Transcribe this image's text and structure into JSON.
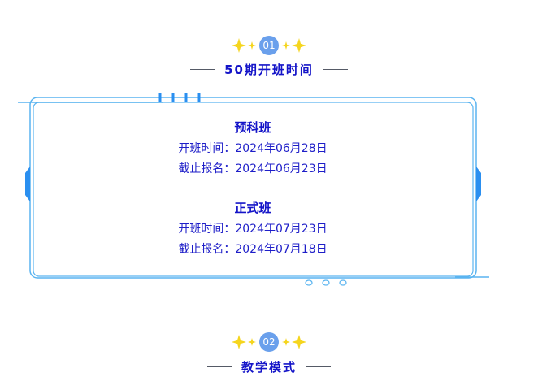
{
  "sections": [
    {
      "number": "01",
      "title": "50期开班时间"
    },
    {
      "number": "02",
      "title": "教学模式"
    }
  ],
  "classes": [
    {
      "name": "预科班",
      "start_line": "开班时间：2024年06月28日",
      "deadline_line": "截止报名：2024年06月23日"
    },
    {
      "name": "正式班",
      "start_line": "开班时间：2024年07月23日",
      "deadline_line": "截止报名：2024年07月18日"
    }
  ],
  "colors": {
    "title": "#1414c8",
    "badge": "#6aa0ec",
    "sparkle": "#f5d51e",
    "frame": "#5ab4f0",
    "frame_accent": "#2a8ff0"
  }
}
